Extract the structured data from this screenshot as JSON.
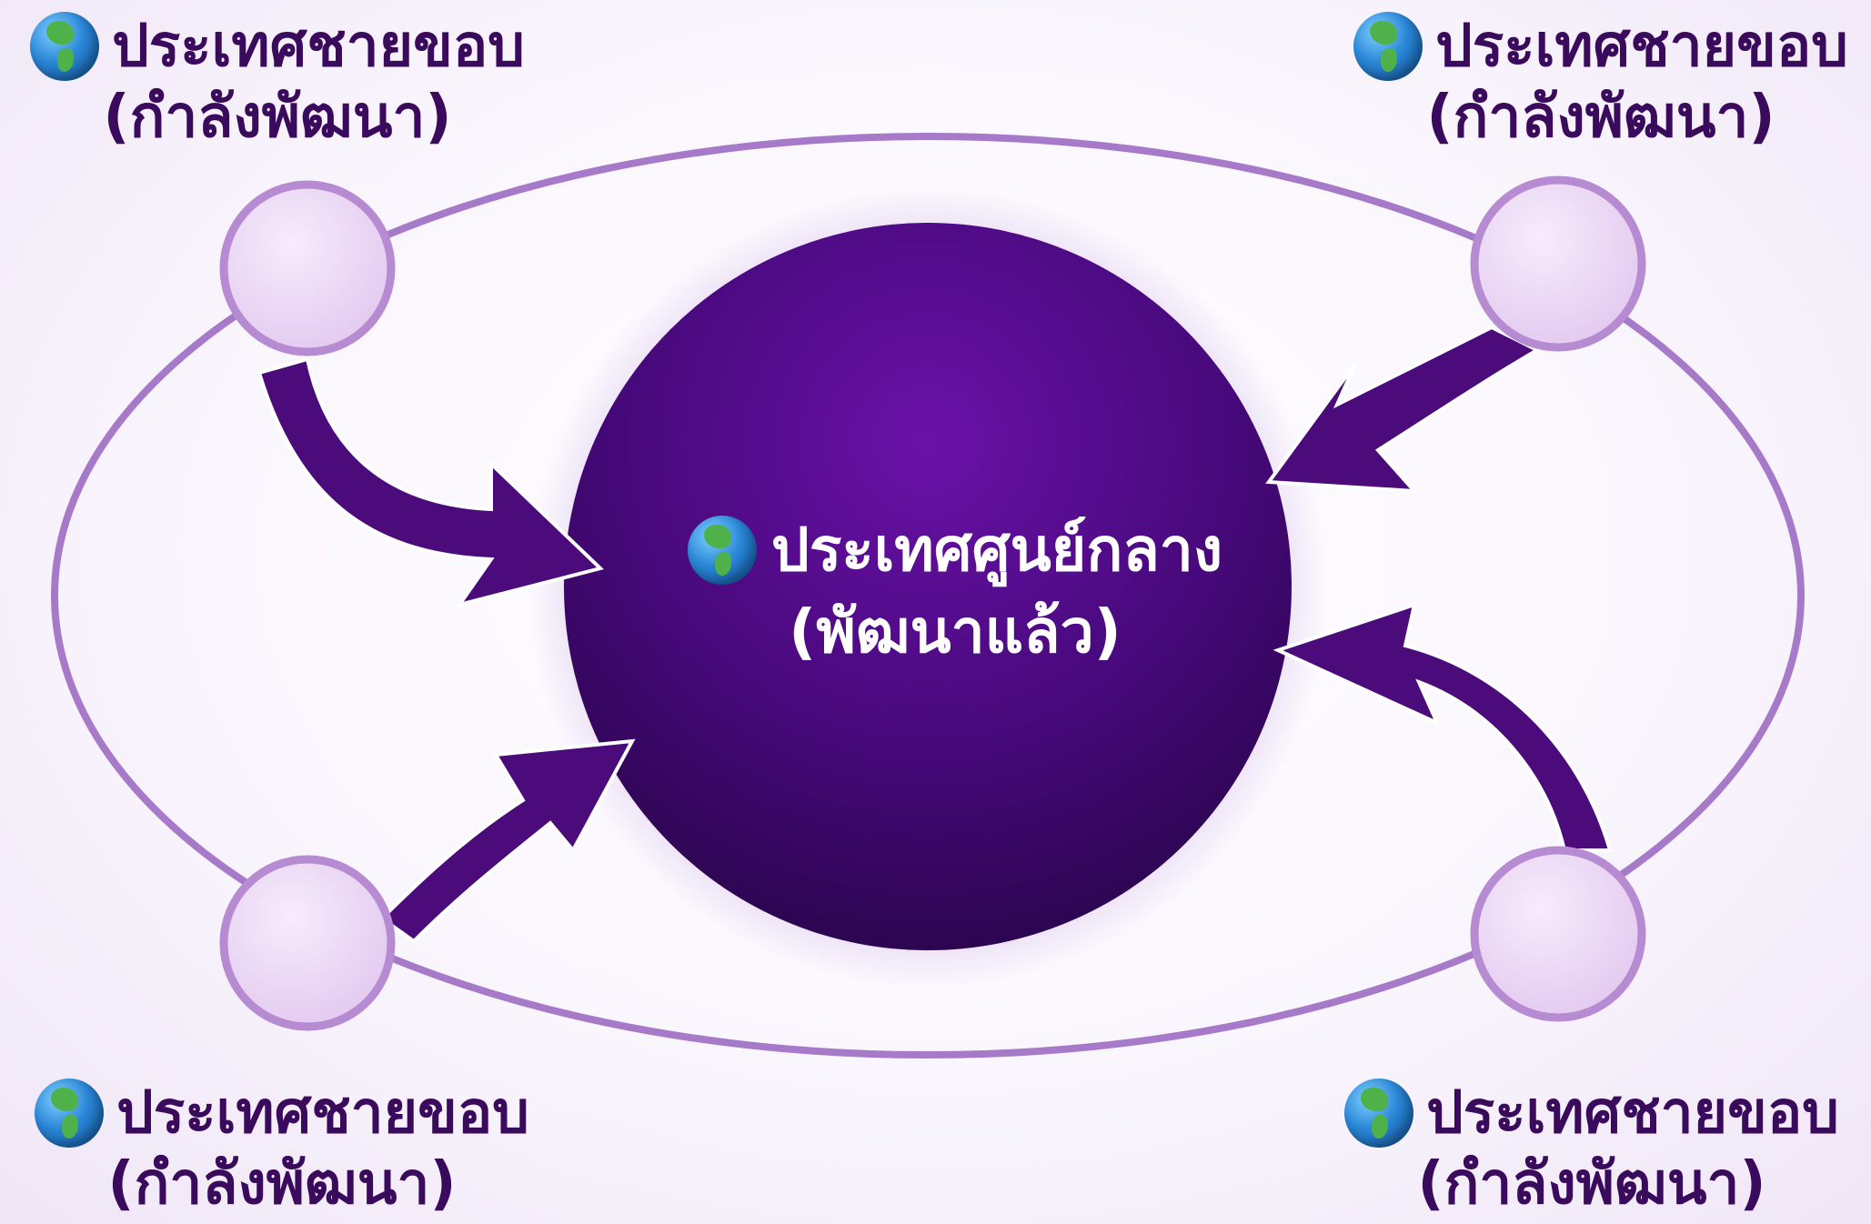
{
  "center_node": {
    "title": "ประเทศศูนย์กลาง",
    "subtitle": "(พัฒนาแล้ว)",
    "icon": "globe-americas-icon"
  },
  "periphery_nodes": [
    {
      "title": "ประเทศชายขอบ",
      "subtitle": "(กำลังพัฒนา)",
      "icon": "globe-asia-icon"
    },
    {
      "title": "ประเทศชายขอบ",
      "subtitle": "(กำลังพัฒนา)",
      "icon": "globe-americas-icon"
    },
    {
      "title": "ประเทศชายขอบ",
      "subtitle": "(กำลังพัฒนา)",
      "icon": "globe-europe-africa-icon"
    },
    {
      "title": "ประเทศชายขอบ",
      "subtitle": "(กำลังพัฒนา)",
      "icon": "globe-europe-africa-icon"
    }
  ],
  "colors": {
    "core": "#3d0866",
    "core_light": "#6a11a8",
    "arrow": "#4b0b7a",
    "node_fill": "#efdcf7",
    "node_stroke": "#b68bd1",
    "orbit": "#a77ac9"
  }
}
